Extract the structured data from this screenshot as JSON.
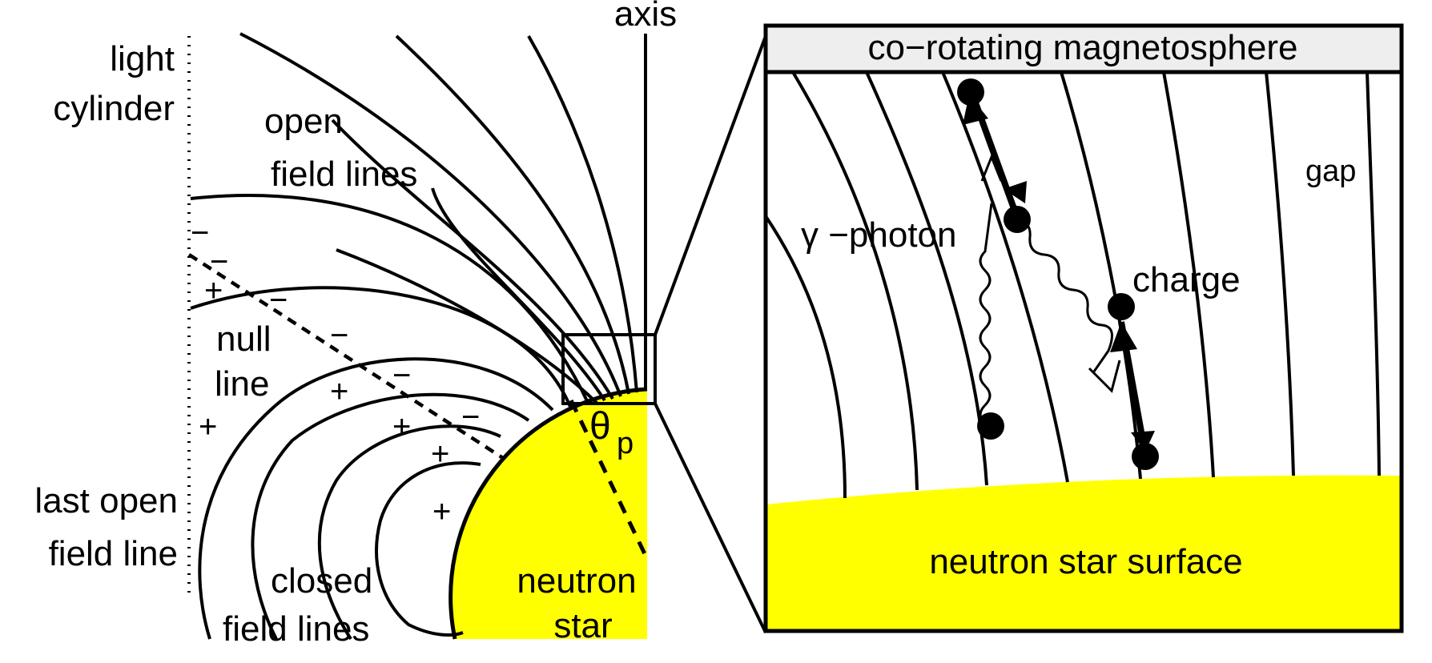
{
  "left_panel": {
    "axis_label": "axis",
    "light_cylinder_label": [
      "light",
      "cylinder"
    ],
    "open_field_lines_label": [
      "open",
      "field lines"
    ],
    "null_line_label": [
      "null",
      "line"
    ],
    "last_open_field_line_label": [
      "last open",
      "field line"
    ],
    "closed_field_lines_label": [
      "closed",
      "field lines"
    ],
    "neutron_star_label": [
      "neutron",
      "star"
    ],
    "theta_label": "θ",
    "theta_subscript": "p",
    "charge_signs": [
      "−",
      "−",
      "+",
      "−",
      "−",
      "+",
      "−",
      "+",
      "+",
      "−",
      "+",
      "+"
    ]
  },
  "right_panel": {
    "header": "co−rotating magnetosphere",
    "gap_label": "gap",
    "photon_label": "γ −photon",
    "charge_label": "charge",
    "surface_label": "neutron star surface"
  },
  "colors": {
    "star_fill": "#ffff00",
    "header_fill": "#eeeeee",
    "line": "#000000"
  }
}
